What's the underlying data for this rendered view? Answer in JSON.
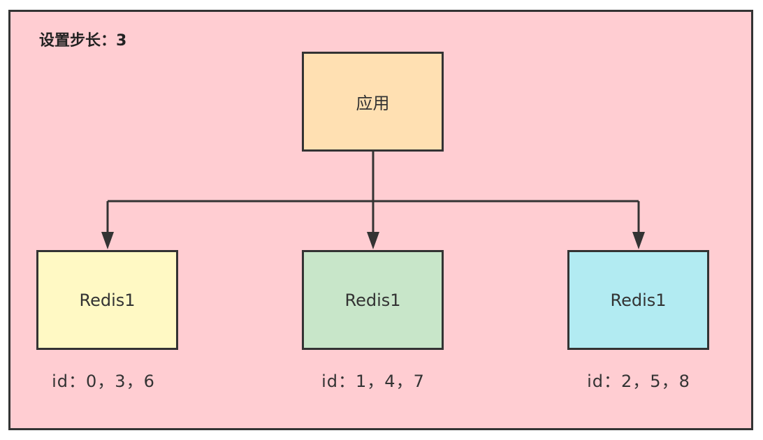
{
  "colors": {
    "canvas_bg": "#ffcdd2",
    "border": "#333333",
    "app_bg": "#ffe0b2",
    "redis1_bg": "#fff9c4",
    "redis2_bg": "#c8e6c9",
    "redis3_bg": "#b2ebf2"
  },
  "title": "设置步长：3",
  "app_node": {
    "label": "应用"
  },
  "redis_nodes": [
    {
      "label": "Redis1",
      "ids": "id：0，3，6"
    },
    {
      "label": "Redis1",
      "ids": "id：1，4，7"
    },
    {
      "label": "Redis1",
      "ids": "id：2，5，8"
    }
  ]
}
